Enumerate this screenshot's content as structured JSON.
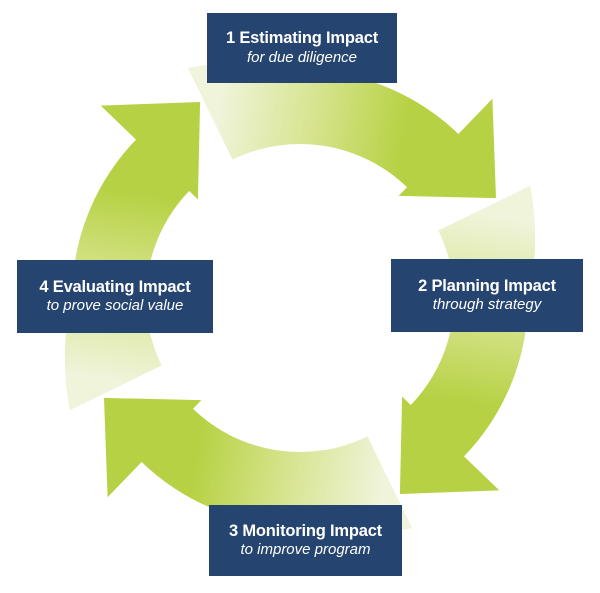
{
  "figure": {
    "type": "cycle-diagram",
    "flow_direction": "clockwise",
    "steps": [
      {
        "position": "top",
        "label": "1 Estimating Impact",
        "sublabel": "for due diligence"
      },
      {
        "position": "right",
        "label": "2 Planning Impact",
        "sublabel": "through strategy"
      },
      {
        "position": "bottom",
        "label": "3 Monitoring Impact",
        "sublabel": "to improve program"
      },
      {
        "position": "left",
        "label": "4 Evaluating Impact",
        "sublabel": "to prove social value"
      }
    ],
    "colors": {
      "arrow_solid": "#b6d244",
      "arrow_mid": "#d6e38c",
      "arrow_light": "#eff4da",
      "box_background": "#264470",
      "box_text": "#ffffff",
      "page_background": "#ffffff"
    }
  }
}
